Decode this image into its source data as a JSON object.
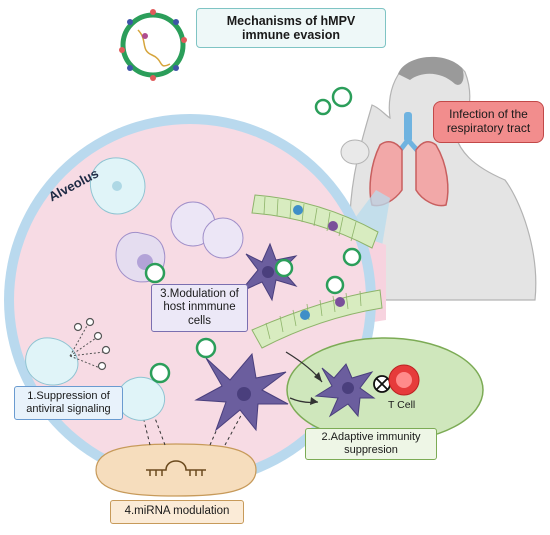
{
  "title": "Mechanisms of hMPV immune evasion",
  "infection_label": "Infection of the respiratory tract",
  "alveolus_label": "Alveolus",
  "mechanisms": {
    "suppression": "1.Suppression of antiviral signaling",
    "adaptive": "2.Adaptive immunity suppresion",
    "host_cells": "3.Modulation of host inmmune cells",
    "mirna": "4.miRNA modulation"
  },
  "t_cell_label": "T Cell",
  "colors": {
    "alveolus_fill": "#f7dbe4",
    "alveolus_wall": "#b9d9ee",
    "nucleus": "#e0f4f8",
    "macrophage": "#e5ddf0",
    "dendritic_cell": "#6b5e9e",
    "t_cell": "#e63b3b",
    "infection_box": "#f28d8d",
    "adaptive_zone": "#cfe7bc",
    "mirna_zone": "#f6ddbd",
    "virus_envelope": "#2b9e5a"
  },
  "icons": [
    "hmpv-virion-icon",
    "human-figure-icon",
    "lungs-icon",
    "dendritic-cell-icon",
    "macrophage-icon",
    "t-cell-icon",
    "inhibition-icon",
    "mirna-hairpin-icon",
    "epithelium-icon"
  ]
}
